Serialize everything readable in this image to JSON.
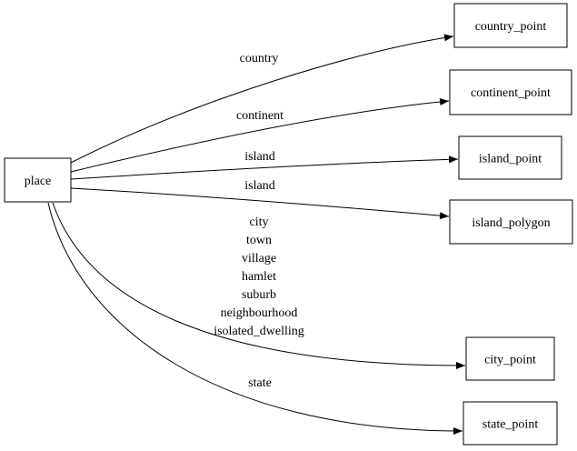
{
  "diagram": {
    "type": "directed-graph",
    "background_color": "#ffffff",
    "stroke_color": "#000000",
    "text_color": "#000000",
    "nodes": [
      {
        "id": "place",
        "label": "place"
      },
      {
        "id": "country_point",
        "label": "country_point"
      },
      {
        "id": "continent_point",
        "label": "continent_point"
      },
      {
        "id": "island_point",
        "label": "island_point"
      },
      {
        "id": "island_polygon",
        "label": "island_polygon"
      },
      {
        "id": "city_point",
        "label": "city_point"
      },
      {
        "id": "state_point",
        "label": "state_point"
      }
    ],
    "edges": [
      {
        "from": "place",
        "to": "country_point",
        "labels": [
          "country"
        ]
      },
      {
        "from": "place",
        "to": "continent_point",
        "labels": [
          "continent"
        ]
      },
      {
        "from": "place",
        "to": "island_point",
        "labels": [
          "island"
        ]
      },
      {
        "from": "place",
        "to": "island_polygon",
        "labels": [
          "island"
        ]
      },
      {
        "from": "place",
        "to": "city_point",
        "labels": [
          "city",
          "town",
          "village",
          "hamlet",
          "suburb",
          "neighbourhood",
          "isolated_dwelling"
        ]
      },
      {
        "from": "place",
        "to": "state_point",
        "labels": [
          "state"
        ]
      }
    ]
  }
}
